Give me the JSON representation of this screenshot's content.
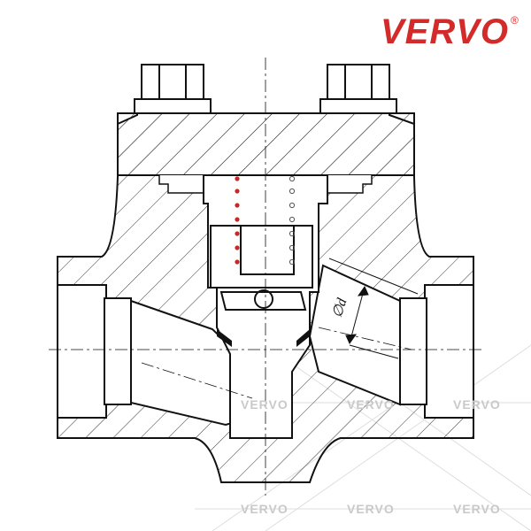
{
  "brand": {
    "name": "VERVO",
    "registered_mark": "®",
    "color": "#d32a2a"
  },
  "dimension_label": "∅d",
  "watermark": {
    "text": "VERVO",
    "color": "#c9c9c9"
  },
  "colors": {
    "outline": "#111111",
    "hatch": "#333333",
    "spring_dot": "#c62828"
  }
}
